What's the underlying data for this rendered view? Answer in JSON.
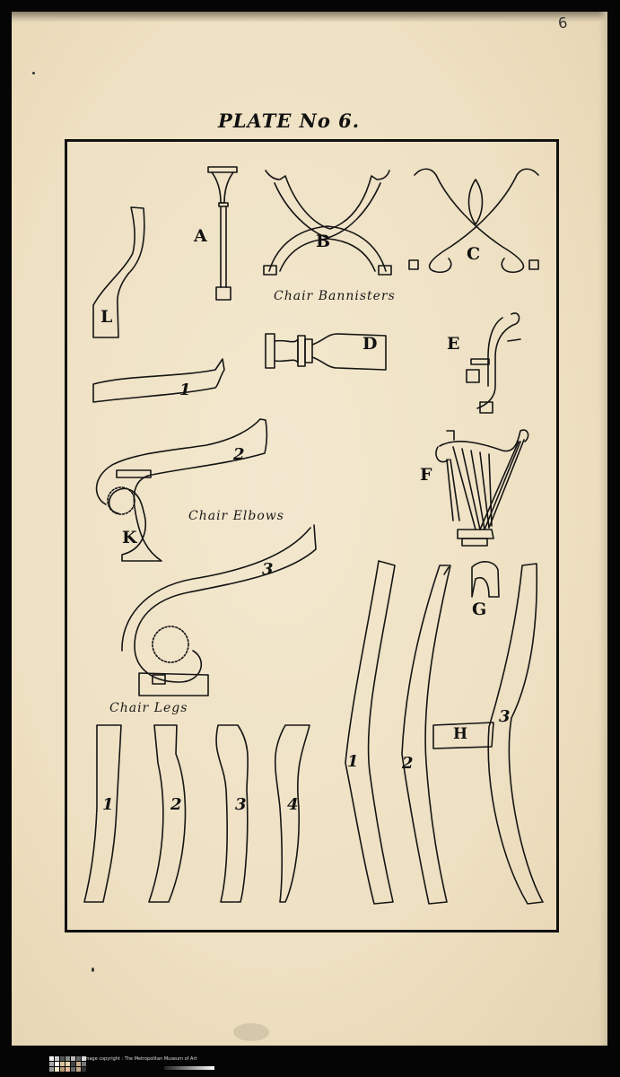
{
  "page": {
    "page_number": "6",
    "title": "PLATE No 6."
  },
  "captions": {
    "bannisters": "Chair Bannisters",
    "elbows": "Chair Elbows",
    "legs": "Chair Legs"
  },
  "figure_labels": {
    "A": "A",
    "B": "B",
    "C": "C",
    "D": "D",
    "E": "E",
    "F": "F",
    "G": "G",
    "H": "H",
    "K": "K",
    "L": "L"
  },
  "elbow_numbers": [
    "1",
    "2",
    "3"
  ],
  "leg_numbers_short": [
    "1",
    "2",
    "3",
    "4"
  ],
  "leg_numbers_tall": [
    "1",
    "2",
    "3"
  ],
  "footer": {
    "copyright": "Image copyright : The Metropolitan Museum of Art"
  },
  "colors": {
    "paper": "#efe3c6",
    "ink": "#111111",
    "background": "#050505"
  }
}
